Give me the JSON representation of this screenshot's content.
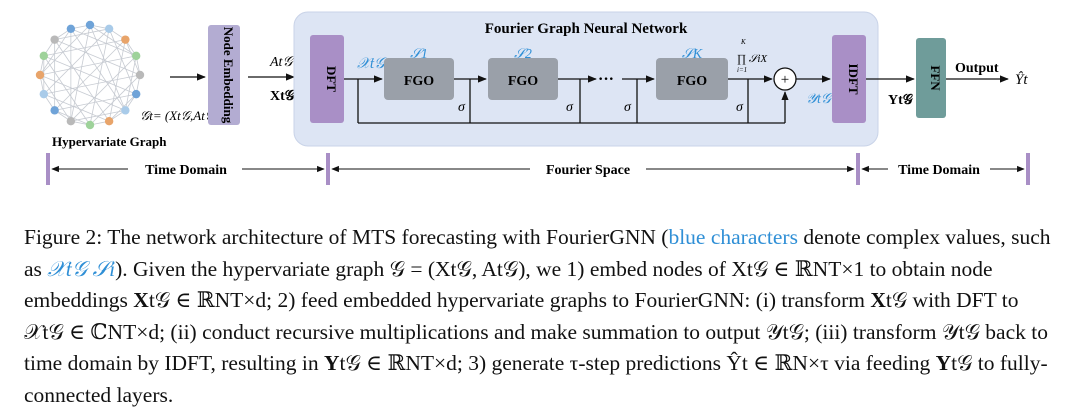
{
  "figure": {
    "graph_label": "Hypervariate Graph",
    "graph_formula": "𝒢t= (Xt𝒢,At𝒢)",
    "node_embedding_label": "Node Embedding",
    "input_a": "At𝒢",
    "input_x": "Xt𝒢",
    "dft_label": "DFT",
    "fgnn_title": "Fourier Graph Neural Network",
    "x_complex": "𝒳t𝒢",
    "s1": "𝒮1",
    "s2": "𝒮2",
    "sk": "𝒮K",
    "fgo_label": "FGO",
    "sigma": "σ",
    "dots": "···",
    "product_label": "∏ 𝒮iX",
    "product_top": "K",
    "product_bottom": "i=1",
    "plus": "+",
    "y_complex": "𝒴t𝒢",
    "idft_label": "IDFT",
    "y_real": "Yt𝒢",
    "ffn_label": "FFN",
    "output_label": "Output",
    "y_hat": "Ŷt",
    "domain_left": "Time Domain",
    "domain_mid": "Fourier Space",
    "domain_right": "Time Domain",
    "colors": {
      "node_embedding": "#b3acd2",
      "dft": "#a98fc6",
      "fgnn_bg": "#dde5f4",
      "fgo": "#9aa0a9",
      "ffn": "#6f9c9a",
      "blue_text": "#2f8fd6"
    }
  },
  "caption": {
    "p1": "Figure 2: The network architecture of MTS forecasting with FourierGNN (",
    "blue1": "blue characters",
    "p2": " denote complex values, such as ",
    "blue2": "𝒳t𝒢 𝒮i",
    "p3": "). Given the hypervariate graph 𝒢 = (Xt𝒢, At𝒢), we 1) embed nodes of Xt𝒢 ∈ ℝNT×1 to obtain node embeddings ",
    "b1": "X",
    "p4": "t𝒢 ∈ ℝNT×d; 2) feed embedded hypervariate graphs to FourierGNN: (i) transform ",
    "b2": "X",
    "p5": "t𝒢 with DFT to 𝒳t𝒢 ∈ ℂNT×d; (ii) conduct recursive multiplications and make summation to output 𝒴t𝒢; (iii) transform 𝒴t𝒢 back to time domain by IDFT, resulting in ",
    "b3": "Y",
    "p6": "t𝒢 ∈ ℝNT×d; 3) generate τ-step predictions Ŷt ∈ ℝN×τ via feeding ",
    "b4": "Y",
    "p7": "t𝒢 to fully-connected layers."
  }
}
